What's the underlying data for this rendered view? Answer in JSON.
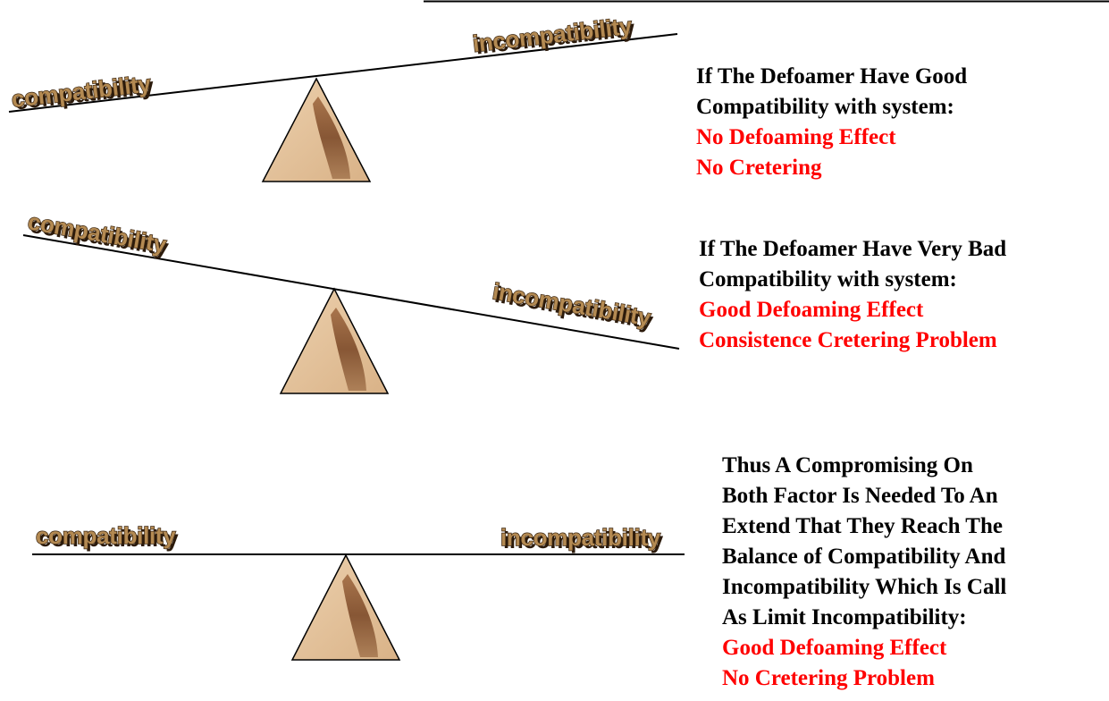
{
  "labels": {
    "compatibility": "compatibility",
    "incompatibility": "incompatibility"
  },
  "panel_good": {
    "lines": [
      "If The Defoamer Have Good",
      "Compatibility with system:"
    ],
    "results": [
      "No Defoaming Effect",
      "No Cretering"
    ]
  },
  "panel_bad": {
    "lines": [
      "If The Defoamer Have Very Bad",
      "Compatibility with system:"
    ],
    "results": [
      "Good Defoaming Effect",
      "Consistence Cretering Problem"
    ]
  },
  "panel_balance": {
    "lines": [
      "Thus A Compromising On",
      "Both Factor Is Needed To An",
      "Extend That They Reach The",
      "Balance of Compatibility And",
      "Incompatibility Which Is Call",
      "As Limit Incompatibility:"
    ],
    "results": [
      "Good Defoaming Effect",
      "No Cretering Problem"
    ]
  },
  "colors": {
    "accent_text": "#ff0000",
    "body_text": "#000000",
    "fulcrum_fill": "#e2be98",
    "fulcrum_streak": "#8f5a35",
    "word_fill": "#b48a52"
  }
}
